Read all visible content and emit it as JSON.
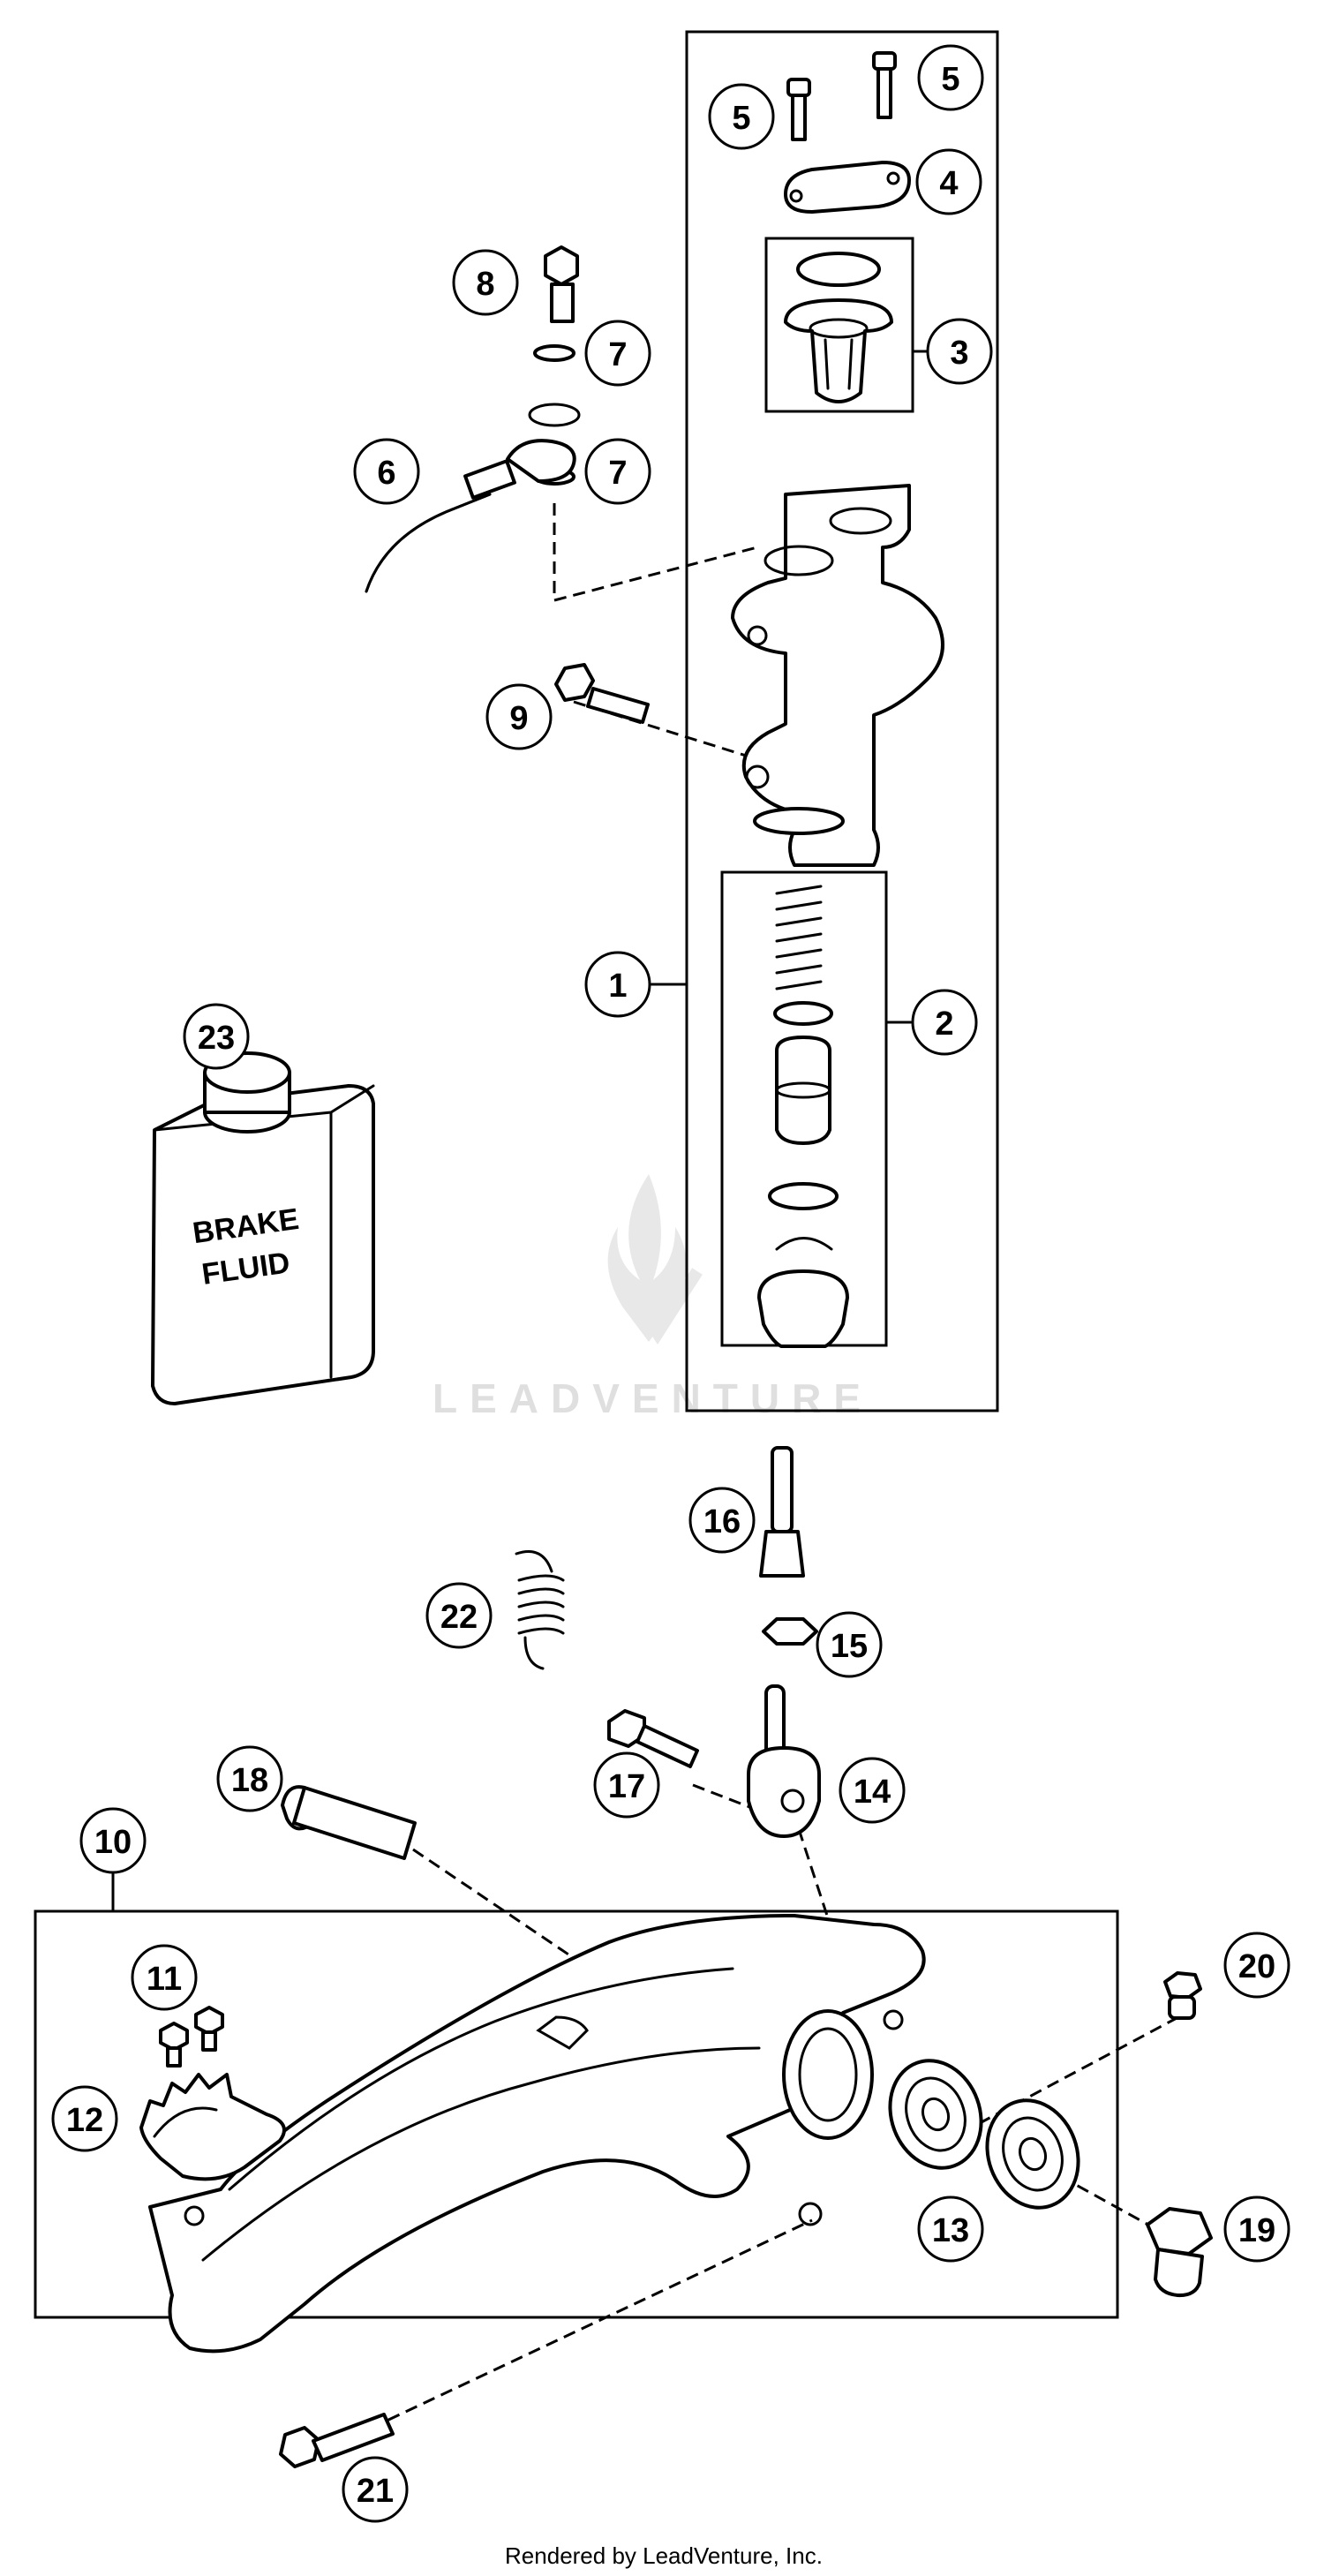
{
  "callouts": [
    "1",
    "2",
    "3",
    "4",
    "5",
    "5",
    "6",
    "7",
    "7",
    "8",
    "9",
    "10",
    "11",
    "12",
    "13",
    "14",
    "15",
    "16",
    "17",
    "18",
    "19",
    "20",
    "21",
    "22",
    "23"
  ],
  "bottle": {
    "line1": "BRAKE",
    "line2": "FLUID"
  },
  "watermark": "LEADVENTURE",
  "footer": "Rendered by LeadVenture, Inc."
}
